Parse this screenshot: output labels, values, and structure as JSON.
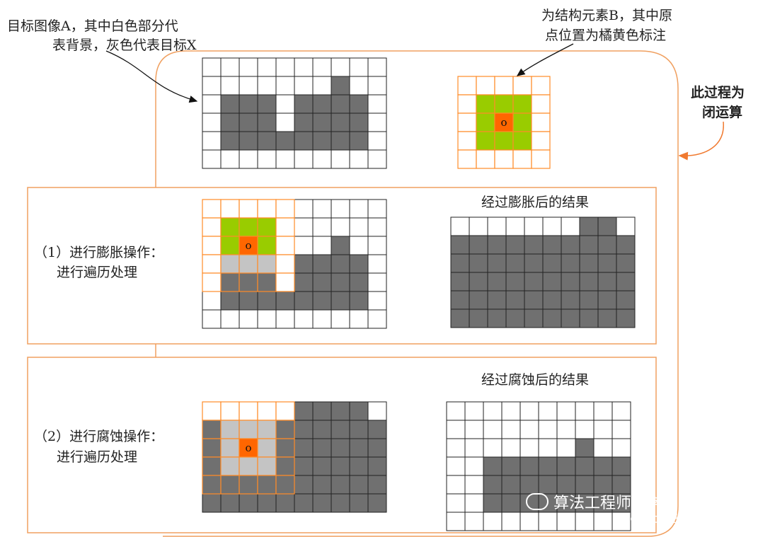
{
  "annotations": {
    "image_a_line1": "目标图像A，其中白色部分代",
    "image_a_line2": "表背景，灰色代表目标X",
    "struct_b_line1": "为结构元素B，其中原",
    "struct_b_line2": "点位置为橘黄色标注",
    "closing_line1": "此过程为",
    "closing_line2": "闭运算"
  },
  "dilation": {
    "step_line1": "（1）进行膨胀操作：",
    "step_line2": "进行遍历处理",
    "result_title": "经过膨胀后的结果"
  },
  "erosion": {
    "step_line1": "（2）进行腐蚀操作：",
    "step_line2": "进行遍历处理",
    "result_title": "经过腐蚀后的结果"
  },
  "origin_label": "o",
  "watermark": {
    "line1": "算法工程师的学习日志",
    "line2": "@稀土掘金技术社区"
  },
  "colors": {
    "grid_line": "#222222",
    "target_gray": "#707070",
    "light_gray": "#c4c4c4",
    "struct_green": "#99cc00",
    "origin_orange": "#ff6600",
    "frame_orange": "#f0a060",
    "struct_border": "#ff8c28"
  },
  "grids": {
    "image_a": [
      "0000000000",
      "0000000100",
      "0111011110",
      "0111011110",
      "0111111110",
      "0000000000"
    ],
    "dilation_image": [
      "0000000000",
      "0000000000",
      "0000000100",
      "0000011110",
      "0111111110",
      "0111111110",
      "0000000000"
    ],
    "dilation_result": [
      "0000000110",
      "1111111111",
      "1111111111",
      "1111111111",
      "1111111111",
      "1111111111"
    ],
    "erosion_image": [
      "0000011110",
      "1111111111",
      "1111111111",
      "1111111111",
      "1111111111",
      "1111111111"
    ],
    "erosion_result": [
      "0000000000",
      "0000000000",
      "0000000100",
      "0011111111",
      "0011111111",
      "0011111111",
      "0000000000"
    ]
  }
}
